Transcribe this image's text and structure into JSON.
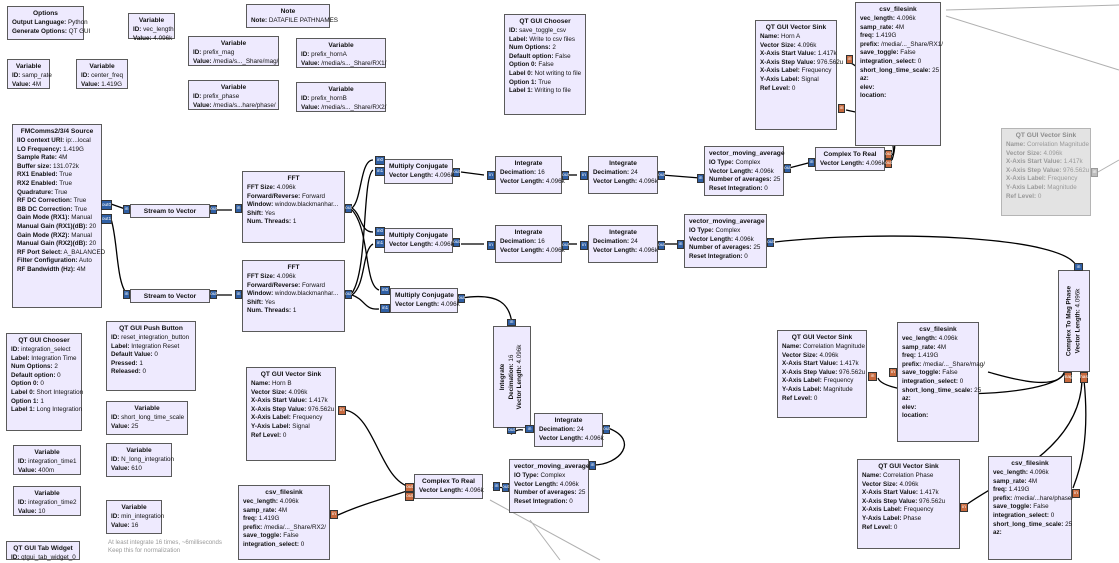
{
  "colors": {
    "block_fill": "#eeeafe",
    "disabled_fill": "#e3e3e3",
    "complex_port": "#2f5fa4",
    "float_port": "#c7693d",
    "wire": "#000000",
    "note_text": "#9a9a9a"
  },
  "blocks": {
    "options": {
      "title": "Options",
      "rows": [
        {
          "k": "Output Language:",
          "v": " Python"
        },
        {
          "k": "Generate Options:",
          "v": " QT GUI"
        }
      ]
    },
    "var_vec_length": {
      "title": "Variable",
      "rows": [
        {
          "k": "ID:",
          "v": " vec_length"
        },
        {
          "k": "Value:",
          "v": " 4.096k"
        }
      ]
    },
    "note_files": {
      "title": "Note",
      "rows": [
        {
          "k": "Note:",
          "v": " DATAFILE PATHNAMES"
        }
      ]
    },
    "var_prefix_mag": {
      "title": "Variable",
      "rows": [
        {
          "k": "ID:",
          "v": " prefix_mag"
        },
        {
          "k": "Value:",
          "v": " /media/s..._Share/mag/"
        }
      ]
    },
    "var_prefix_phase": {
      "title": "Variable",
      "rows": [
        {
          "k": "ID:",
          "v": " prefix_phase"
        },
        {
          "k": "Value:",
          "v": " /media/s...hare/phase/"
        }
      ]
    },
    "var_prefix_hornA": {
      "title": "Variable",
      "rows": [
        {
          "k": "ID:",
          "v": " prefix_hornA"
        },
        {
          "k": "Value:",
          "v": " /media/s..._Share/RX1/"
        }
      ]
    },
    "var_prefix_hornB": {
      "title": "Variable",
      "rows": [
        {
          "k": "ID:",
          "v": " prefix_hornB"
        },
        {
          "k": "Value:",
          "v": " /media/s..._Share/RX2/"
        }
      ]
    },
    "var_samp_rate": {
      "title": "Variable",
      "rows": [
        {
          "k": "ID:",
          "v": " samp_rate"
        },
        {
          "k": "Value:",
          "v": " 4M"
        }
      ]
    },
    "var_center_freq": {
      "title": "Variable",
      "rows": [
        {
          "k": "ID:",
          "v": " center_freq"
        },
        {
          "k": "Value:",
          "v": " 1.419G"
        }
      ]
    },
    "chooser_save": {
      "title": "QT GUI Chooser",
      "rows": [
        {
          "k": "ID:",
          "v": " save_toggle_csv"
        },
        {
          "k": "Label:",
          "v": " Write to csv files"
        },
        {
          "k": "Num Options:",
          "v": " 2"
        },
        {
          "k": "Default option:",
          "v": " False"
        },
        {
          "k": "Option 0:",
          "v": " False"
        },
        {
          "k": "Label 0:",
          "v": " Not writing to file"
        },
        {
          "k": "Option 1:",
          "v": " True"
        },
        {
          "k": "Label 1:",
          "v": " Writing to file"
        }
      ]
    },
    "sink_hornA": {
      "title": "QT GUI Vector Sink",
      "rows": [
        {
          "k": "Name:",
          "v": " Horn A"
        },
        {
          "k": "Vector Size:",
          "v": " 4.096k"
        },
        {
          "k": "X-Axis Start Value:",
          "v": " 1.417k"
        },
        {
          "k": "X-Axis Step Value:",
          "v": " 976.562u"
        },
        {
          "k": "X-Axis Label:",
          "v": " Frequency"
        },
        {
          "k": "Y-Axis Label:",
          "v": " Signal"
        },
        {
          "k": "Ref Level:",
          "v": " 0"
        }
      ]
    },
    "csv_top": {
      "title": "csv_filesink",
      "rows": [
        {
          "k": "vec_length:",
          "v": " 4.096k"
        },
        {
          "k": "samp_rate:",
          "v": " 4M"
        },
        {
          "k": "freq:",
          "v": " 1.419G"
        },
        {
          "k": "prefix:",
          "v": " /media/..._Share/RX1/"
        },
        {
          "k": "save_toggle:",
          "v": " False"
        },
        {
          "k": "integration_select:",
          "v": " 0"
        },
        {
          "k": "short_long_time_scale:",
          "v": " 25"
        },
        {
          "k": "az:",
          "v": ""
        },
        {
          "k": "elev:",
          "v": ""
        },
        {
          "k": "location:",
          "v": ""
        }
      ]
    },
    "fmcomms": {
      "title": "FMComms2/3/4 Source",
      "rows": [
        {
          "k": "IIO context URI:",
          "v": " ip:...local"
        },
        {
          "k": "LO Frequency:",
          "v": " 1.419G"
        },
        {
          "k": "Sample Rate:",
          "v": " 4M"
        },
        {
          "k": "Buffer size:",
          "v": " 131.072k"
        },
        {
          "k": "RX1 Enabled:",
          "v": " True"
        },
        {
          "k": "RX2 Enabled:",
          "v": " True"
        },
        {
          "k": "Quadrature:",
          "v": " True"
        },
        {
          "k": "RF DC Correction:",
          "v": " True"
        },
        {
          "k": "BB DC Correction:",
          "v": " True"
        },
        {
          "k": "Gain Mode (RX1):",
          "v": " Manual"
        },
        {
          "k": "Manual Gain (RX1)(dB):",
          "v": " 20"
        },
        {
          "k": "Gain Mode (RX2):",
          "v": " Manual"
        },
        {
          "k": "Manual Gain (RX2)(dB):",
          "v": " 20"
        },
        {
          "k": "RF Port Select:",
          "v": " A_BALANCED"
        },
        {
          "k": "Filter Configuration:",
          "v": " Auto"
        },
        {
          "k": "RF Bandwidth (Hz):",
          "v": " 4M"
        }
      ]
    },
    "s2v_1": {
      "title": "Stream to Vector",
      "rows": []
    },
    "s2v_2": {
      "title": "Stream to Vector",
      "rows": []
    },
    "fft_1": {
      "title": "FFT",
      "rows": [
        {
          "k": "FFT Size:",
          "v": " 4.096k"
        },
        {
          "k": "Forward/Reverse:",
          "v": " Forward"
        },
        {
          "k": "Window:",
          "v": " window.blackmanhar..."
        },
        {
          "k": "Shift:",
          "v": " Yes"
        },
        {
          "k": "Num. Threads:",
          "v": " 1"
        }
      ]
    },
    "fft_2": {
      "title": "FFT",
      "rows": [
        {
          "k": "FFT Size:",
          "v": " 4.096k"
        },
        {
          "k": "Forward/Reverse:",
          "v": " Forward"
        },
        {
          "k": "Window:",
          "v": " window.blackmanhar..."
        },
        {
          "k": "Shift:",
          "v": " Yes"
        },
        {
          "k": "Num. Threads:",
          "v": " 1"
        }
      ]
    },
    "mc_1": {
      "title": "Multiply Conjugate",
      "rows": [
        {
          "k": "Vector Length:",
          "v": " 4.096k"
        }
      ]
    },
    "mc_2": {
      "title": "Multiply Conjugate",
      "rows": [
        {
          "k": "Vector Length:",
          "v": " 4.096k"
        }
      ]
    },
    "mc_3": {
      "title": "Multiply Conjugate",
      "rows": [
        {
          "k": "Vector Length:",
          "v": " 4.096k"
        }
      ]
    },
    "int_1a": {
      "title": "Integrate",
      "rows": [
        {
          "k": "Decimation:",
          "v": " 16"
        },
        {
          "k": "Vector Length:",
          "v": " 4.096k"
        }
      ]
    },
    "int_1b": {
      "title": "Integrate",
      "rows": [
        {
          "k": "Decimation:",
          "v": " 24"
        },
        {
          "k": "Vector Length:",
          "v": " 4.096k"
        }
      ]
    },
    "int_2a": {
      "title": "Integrate",
      "rows": [
        {
          "k": "Decimation:",
          "v": " 16"
        },
        {
          "k": "Vector Length:",
          "v": " 4.096k"
        }
      ]
    },
    "int_2b": {
      "title": "Integrate",
      "rows": [
        {
          "k": "Decimation:",
          "v": " 24"
        },
        {
          "k": "Vector Length:",
          "v": " 4.096k"
        }
      ]
    },
    "int_3a": {
      "title": "Integrate",
      "rows": [
        {
          "k": "Decimation:",
          "v": " 16"
        },
        {
          "k": "Vector Length:",
          "v": " 4.096k"
        }
      ]
    },
    "int_3b": {
      "title": "Integrate",
      "rows": [
        {
          "k": "Decimation:",
          "v": " 24"
        },
        {
          "k": "Vector Length:",
          "v": " 4.096k"
        }
      ]
    },
    "vma_1": {
      "title": "vector_moving_average",
      "rows": [
        {
          "k": "IO Type:",
          "v": " Complex"
        },
        {
          "k": "Vector Length:",
          "v": " 4.096k"
        },
        {
          "k": "Number of averages:",
          "v": " 25"
        },
        {
          "k": "Reset Integration:",
          "v": " 0"
        }
      ]
    },
    "vma_2": {
      "title": "vector_moving_average",
      "rows": [
        {
          "k": "IO Type:",
          "v": " Complex"
        },
        {
          "k": "Vector Length:",
          "v": " 4.096k"
        },
        {
          "k": "Number of averages:",
          "v": " 25"
        },
        {
          "k": "Reset Integration:",
          "v": " 0"
        }
      ]
    },
    "vma_3": {
      "title": "vector_moving_average",
      "rows": [
        {
          "k": "IO Type:",
          "v": " Complex"
        },
        {
          "k": "Vector Length:",
          "v": " 4.096k"
        },
        {
          "k": "Number of averages:",
          "v": " 25"
        },
        {
          "k": "Reset Integration:",
          "v": " 0"
        }
      ]
    },
    "c2r_top": {
      "title": "Complex To Real",
      "rows": [
        {
          "k": "Vector Length:",
          "v": " 4.096k"
        }
      ]
    },
    "c2r_bot": {
      "title": "Complex To Real",
      "rows": [
        {
          "k": "Vector Length:",
          "v": " 4.096k"
        }
      ]
    },
    "sink_mag_dis": {
      "title": "QT GUI Vector Sink",
      "rows": [
        {
          "k": "Name:",
          "v": " Correlation Magnitude"
        },
        {
          "k": "Vector Size:",
          "v": " 4.096k"
        },
        {
          "k": "X-Axis Start Value:",
          "v": " 1.417k"
        },
        {
          "k": "X-Axis Step Value:",
          "v": " 976.562u"
        },
        {
          "k": "X-Axis Label:",
          "v": " Frequency"
        },
        {
          "k": "Y-Axis Label:",
          "v": " Magnitude"
        },
        {
          "k": "Ref Level:",
          "v": " 0"
        }
      ]
    },
    "c2mp": {
      "title": "Complex To Mag Phase",
      "rows": [
        {
          "k": "Vector Length:",
          "v": " 4.096k"
        }
      ]
    },
    "chooser_int": {
      "title": "QT GUI Chooser",
      "rows": [
        {
          "k": "ID:",
          "v": " integration_select"
        },
        {
          "k": "Label:",
          "v": " Integration Time"
        },
        {
          "k": "Num Options:",
          "v": " 2"
        },
        {
          "k": "Default option:",
          "v": " 0"
        },
        {
          "k": "Option 0:",
          "v": " 0"
        },
        {
          "k": "Label 0:",
          "v": " Short Integration"
        },
        {
          "k": "Option 1:",
          "v": " 1"
        },
        {
          "k": "Label 1:",
          "v": " Long Integration"
        }
      ]
    },
    "push_btn": {
      "title": "QT GUI Push Button",
      "rows": [
        {
          "k": "ID:",
          "v": " reset_integration_button"
        },
        {
          "k": "Label:",
          "v": " Integration Reset"
        },
        {
          "k": "Default Value:",
          "v": " 0"
        },
        {
          "k": "Pressed:",
          "v": " 1"
        },
        {
          "k": "Released:",
          "v": " 0"
        }
      ]
    },
    "var_short_long": {
      "title": "Variable",
      "rows": [
        {
          "k": "ID:",
          "v": " short_long_time_scale"
        },
        {
          "k": "Value:",
          "v": " 25"
        }
      ]
    },
    "var_N_long": {
      "title": "Variable",
      "rows": [
        {
          "k": "ID:",
          "v": " N_long_integration"
        },
        {
          "k": "Value:",
          "v": " 610"
        }
      ]
    },
    "var_min_int": {
      "title": "Variable",
      "rows": [
        {
          "k": "ID:",
          "v": " min_integration"
        },
        {
          "k": "Value:",
          "v": " 16"
        }
      ]
    },
    "var_int1": {
      "title": "Variable",
      "rows": [
        {
          "k": "ID:",
          "v": " integration_time1"
        },
        {
          "k": "Value:",
          "v": " 400m"
        }
      ]
    },
    "var_int2": {
      "title": "Variable",
      "rows": [
        {
          "k": "ID:",
          "v": " integration_time2"
        },
        {
          "k": "Value:",
          "v": " 10"
        }
      ]
    },
    "tab_widget": {
      "title": "QT GUI Tab Widget",
      "rows": [
        {
          "k": "ID:",
          "v": " qtgui_tab_widget_0"
        }
      ]
    },
    "sink_hornB": {
      "title": "QT GUI Vector Sink",
      "rows": [
        {
          "k": "Name:",
          "v": " Horn B"
        },
        {
          "k": "Vector Size:",
          "v": " 4.096k"
        },
        {
          "k": "X-Axis Start Value:",
          "v": " 1.417k"
        },
        {
          "k": "X-Axis Step Value:",
          "v": " 976.562u"
        },
        {
          "k": "X-Axis Label:",
          "v": " Frequency"
        },
        {
          "k": "Y-Axis Label:",
          "v": " Signal"
        },
        {
          "k": "Ref Level:",
          "v": " 0"
        }
      ]
    },
    "csv_bot": {
      "title": "csv_filesink",
      "rows": [
        {
          "k": "vec_length:",
          "v": " 4.096k"
        },
        {
          "k": "samp_rate:",
          "v": " 4M"
        },
        {
          "k": "freq:",
          "v": " 1.419G"
        },
        {
          "k": "prefix:",
          "v": " /media/..._Share/RX2/"
        },
        {
          "k": "save_toggle:",
          "v": " False"
        },
        {
          "k": "integration_select:",
          "v": " 0"
        }
      ]
    },
    "sink_corr_mag": {
      "title": "QT GUI Vector Sink",
      "rows": [
        {
          "k": "Name:",
          "v": " Correlation Magnitude"
        },
        {
          "k": "Vector Size:",
          "v": " 4.096k"
        },
        {
          "k": "X-Axis Start Value:",
          "v": " 1.417k"
        },
        {
          "k": "X-Axis Step Value:",
          "v": " 976.562u"
        },
        {
          "k": "X-Axis Label:",
          "v": " Frequency"
        },
        {
          "k": "Y-Axis Label:",
          "v": " Magnitude"
        },
        {
          "k": "Ref Level:",
          "v": " 0"
        }
      ]
    },
    "csv_mag": {
      "title": "csv_filesink",
      "rows": [
        {
          "k": "vec_length:",
          "v": " 4.096k"
        },
        {
          "k": "samp_rate:",
          "v": " 4M"
        },
        {
          "k": "freq:",
          "v": " 1.419G"
        },
        {
          "k": "prefix:",
          "v": " /media/..._Share/mag/"
        },
        {
          "k": "save_toggle:",
          "v": " False"
        },
        {
          "k": "integration_select:",
          "v": " 0"
        },
        {
          "k": "short_long_time_scale:",
          "v": " 25"
        },
        {
          "k": "az:",
          "v": ""
        },
        {
          "k": "elev:",
          "v": ""
        },
        {
          "k": "location:",
          "v": ""
        }
      ]
    },
    "sink_corr_phase": {
      "title": "QT GUI Vector Sink",
      "rows": [
        {
          "k": "Name:",
          "v": " Correlation Phase"
        },
        {
          "k": "Vector Size:",
          "v": " 4.096k"
        },
        {
          "k": "X-Axis Start Value:",
          "v": " 1.417k"
        },
        {
          "k": "X-Axis Step Value:",
          "v": " 976.562u"
        },
        {
          "k": "X-Axis Label:",
          "v": " Frequency"
        },
        {
          "k": "Y-Axis Label:",
          "v": " Phase"
        },
        {
          "k": "Ref Level:",
          "v": " 0"
        }
      ]
    },
    "csv_phase": {
      "title": "csv_filesink",
      "rows": [
        {
          "k": "vec_length:",
          "v": " 4.096k"
        },
        {
          "k": "samp_rate:",
          "v": " 4M"
        },
        {
          "k": "freq:",
          "v": " 1.419G"
        },
        {
          "k": "prefix:",
          "v": " /media/...hare/phase/"
        },
        {
          "k": "save_toggle:",
          "v": " False"
        },
        {
          "k": "integration_select:",
          "v": " 0"
        },
        {
          "k": "short_long_time_scale:",
          "v": " 25"
        },
        {
          "k": "az:",
          "v": ""
        }
      ]
    }
  },
  "note_text": {
    "line1": "At least integrate 16 times, ~6milliseconds",
    "line2": "Keep this for normalization"
  },
  "port_labels": {
    "out": "out",
    "in": "in",
    "in0": "in0",
    "in1": "in1",
    "out0": "out0",
    "out1": "out1",
    "mag": "mag",
    "phase": "phase"
  }
}
